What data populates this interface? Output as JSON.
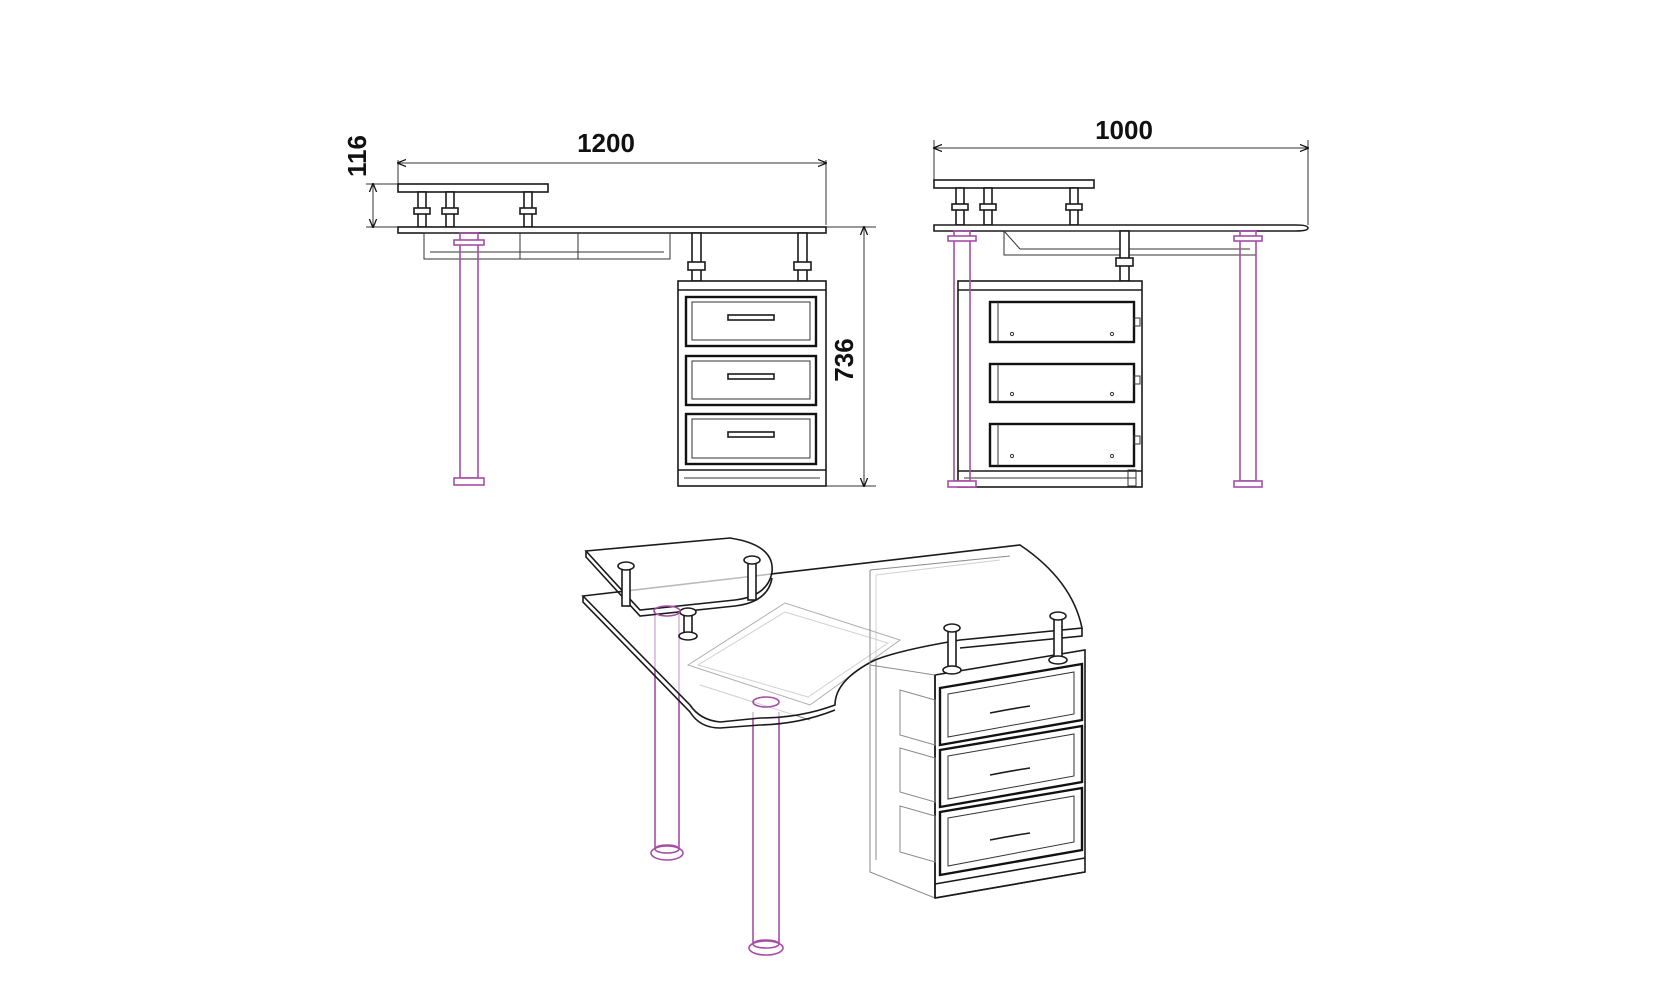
{
  "dimensions": {
    "front_width": "1200",
    "shelf_height": "116",
    "total_height": "736",
    "side_depth": "1000"
  },
  "colors": {
    "line": "#1a1a1a",
    "leg": "#a64ca6"
  }
}
